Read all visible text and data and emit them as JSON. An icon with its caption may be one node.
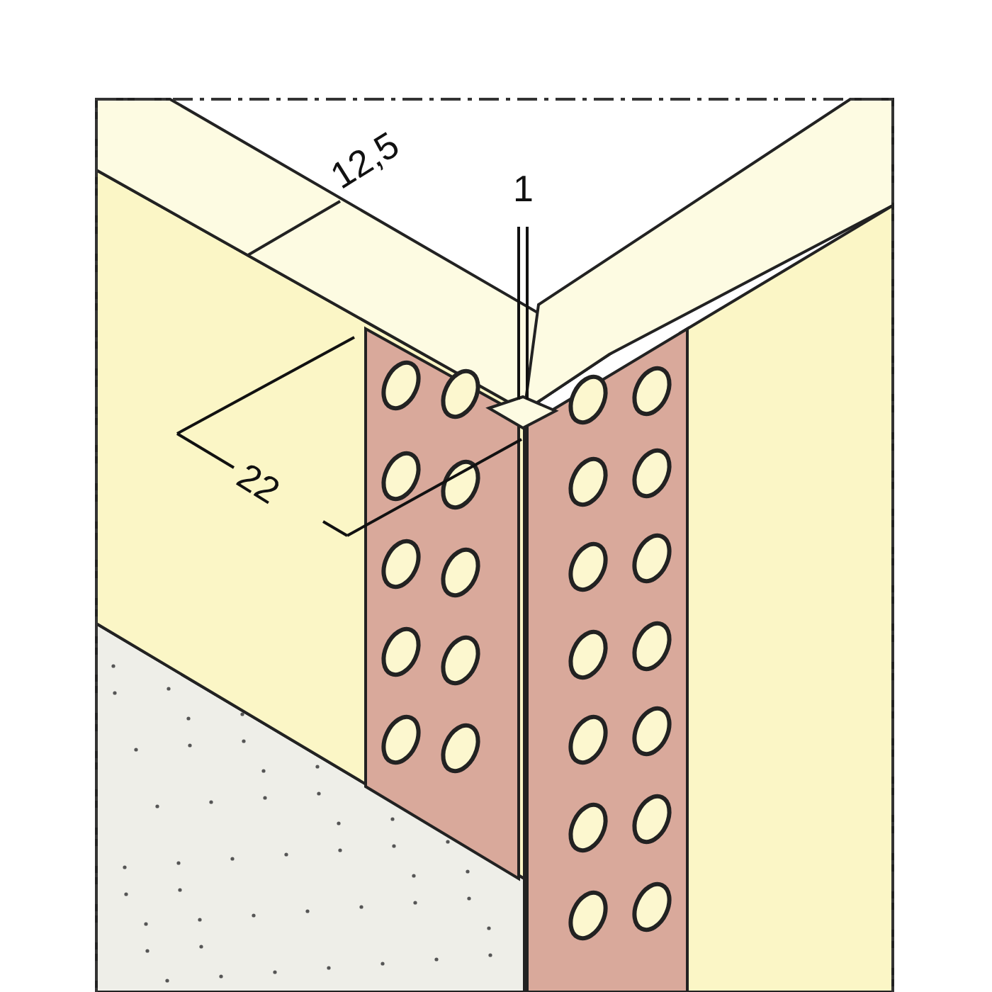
{
  "diagram": {
    "labels": [
      "12,5",
      "1",
      "22"
    ]
  }
}
